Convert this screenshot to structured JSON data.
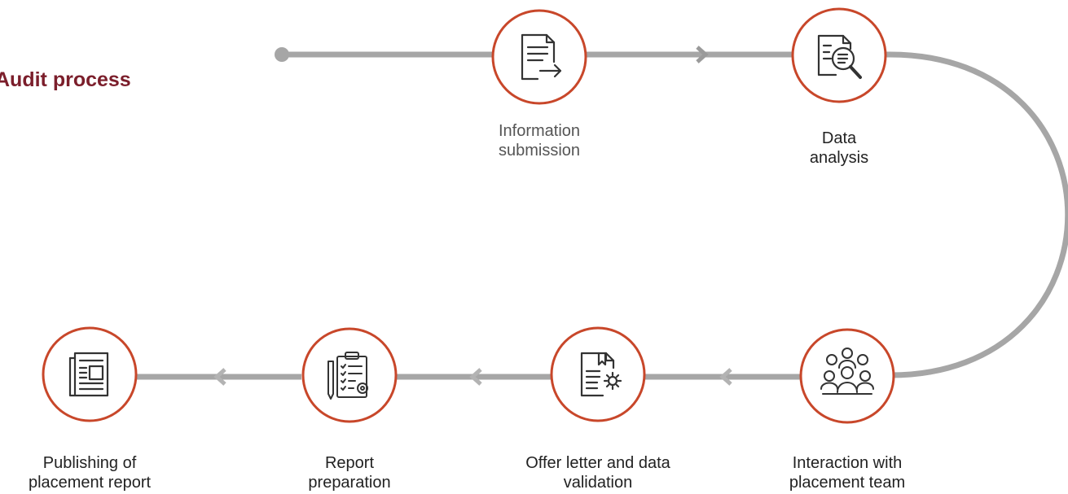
{
  "title": "Audit process",
  "colors": {
    "title": "#7b1e2b",
    "node_border": "#c8472a",
    "path": "#a6a6a6",
    "icon": "#333333"
  },
  "steps": [
    {
      "label_line1": "Information",
      "label_line2": "submission",
      "icon": "document-arrow-icon"
    },
    {
      "label_line1": "Data",
      "label_line2": "analysis",
      "icon": "document-magnifier-icon"
    },
    {
      "label_line1": "Interaction with",
      "label_line2": "placement team",
      "icon": "team-meeting-icon"
    },
    {
      "label_line1": "Offer letter and data",
      "label_line2": "validation",
      "icon": "document-gear-icon"
    },
    {
      "label_line1": "Report",
      "label_line2": "preparation",
      "icon": "clipboard-checklist-icon"
    },
    {
      "label_line1": "Publishing of",
      "label_line2": "placement report",
      "icon": "newspaper-icon"
    }
  ]
}
